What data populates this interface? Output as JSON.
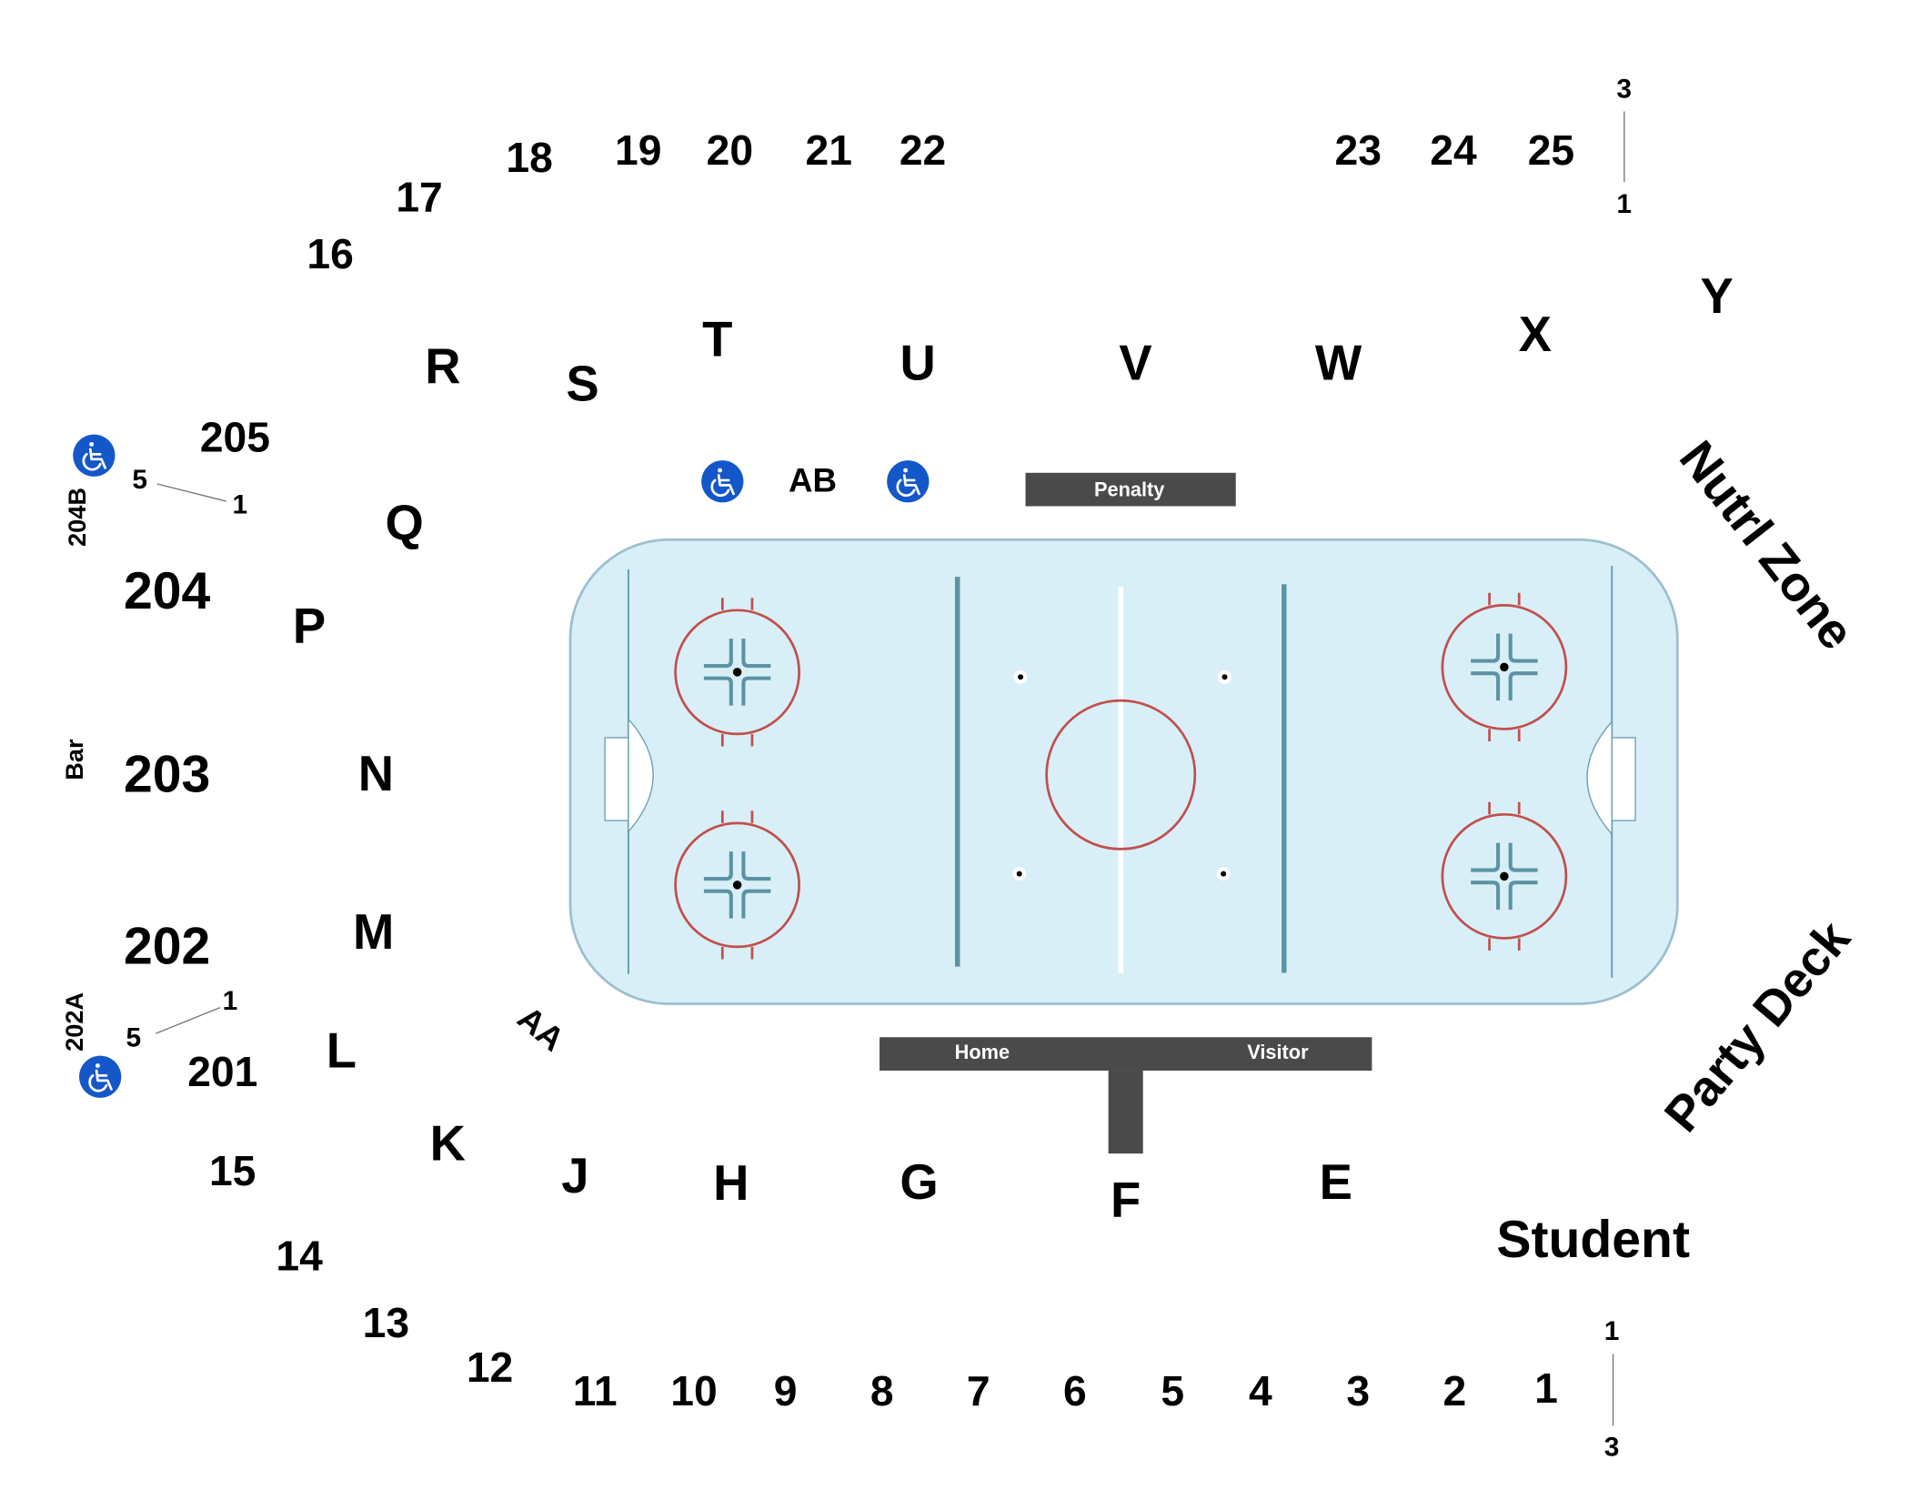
{
  "upper_sections": [
    "16",
    "17",
    "18",
    "19",
    "20",
    "21",
    "22",
    "23",
    "24",
    "25"
  ],
  "upper_row_range": {
    "top": "3",
    "bottom": "1"
  },
  "lower_sections": [
    "15",
    "14",
    "13",
    "12",
    "11",
    "10",
    "9",
    "8",
    "7",
    "6",
    "5",
    "4",
    "3",
    "2",
    "1"
  ],
  "lower_row_range": {
    "top": "1",
    "bottom": "3"
  },
  "top_side_sections": [
    "R",
    "S",
    "T",
    "U",
    "V",
    "W",
    "X",
    "Y"
  ],
  "left_side_sections": [
    "Q",
    "P",
    "N",
    "M",
    "L",
    "K"
  ],
  "bottom_side_sections": [
    "J",
    "H",
    "G",
    "F",
    "E"
  ],
  "suites": [
    "205",
    "204",
    "203",
    "202",
    "201"
  ],
  "suite_204b": {
    "name": "204B",
    "rows_high": "5",
    "rows_low": "1"
  },
  "suite_202a": {
    "name": "202A",
    "rows_high": "5",
    "rows_low": "1"
  },
  "bar_label": "Bar",
  "aa_label": "AA",
  "ab_label": "AB",
  "neutral_zone": "Nutrl Zone",
  "party_deck": "Party Deck",
  "student": "Student",
  "benches": {
    "penalty": "Penalty",
    "home": "Home",
    "visitor": "Visitor"
  },
  "colors": {
    "ice": "#d9eff7",
    "rink_border": "#9bbfcf",
    "blue_line": "#5b93a4",
    "red_circle": "#c0504d",
    "bench": "#4a4a4a",
    "accessibility": "#1457c9"
  },
  "icons": [
    "wheelchair-accessible-icon"
  ]
}
